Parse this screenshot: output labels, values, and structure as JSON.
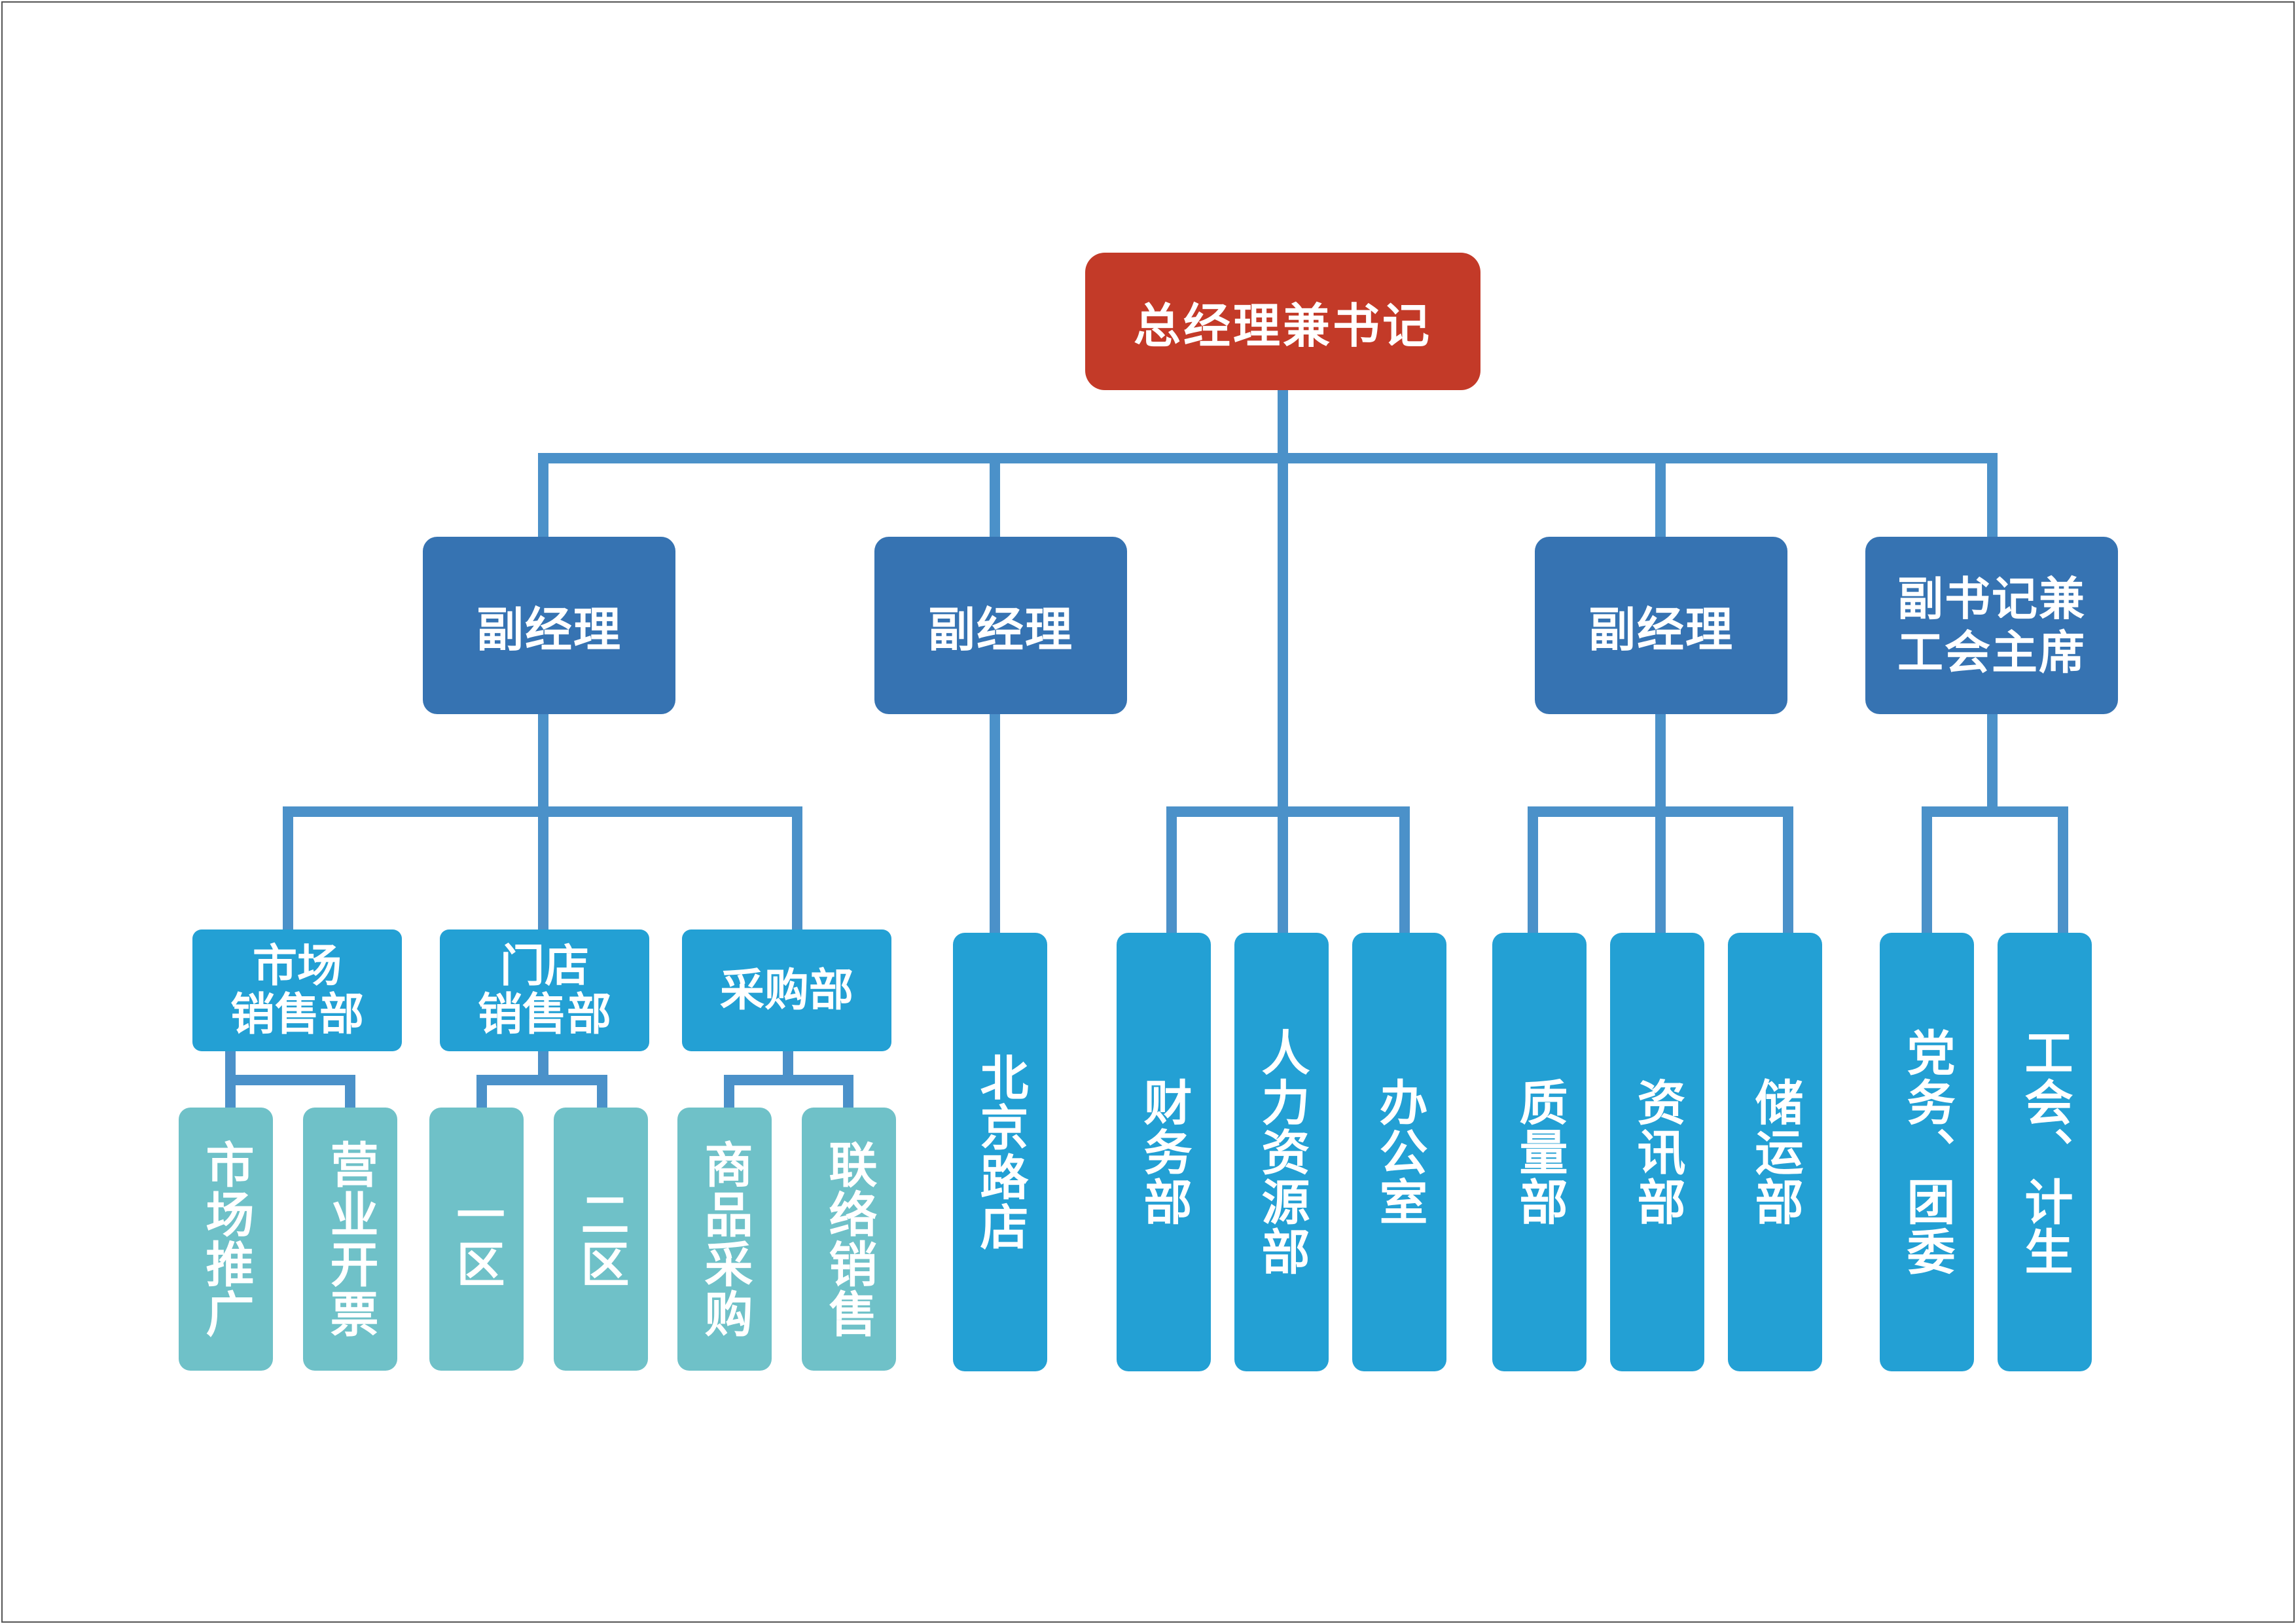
{
  "colors": {
    "top": "#c33a28",
    "manager": "#3673b2",
    "dept": "#23a0d4",
    "leaf": "#6fc1c8",
    "line": "#4b91c9",
    "frame": "#555555"
  },
  "chart": {
    "top": "总经理兼书记",
    "managers": [
      "副经理",
      "副经理",
      "副经理",
      "副书记兼\n工会主席"
    ],
    "sales_depts": [
      "市场\n销售部",
      "门店\n销售部",
      "采购部"
    ],
    "sales_leaves": [
      "市场推广",
      "营业开票",
      "一区",
      "二区",
      "商品采购",
      "联络销售"
    ],
    "store": "北京路店",
    "admin_depts": [
      "财务部",
      "人力资源部",
      "办公室"
    ],
    "ops_depts": [
      "质量部",
      "资讯部",
      "储运部"
    ],
    "party_depts": [
      "党务、团委",
      "工会、计生"
    ]
  }
}
